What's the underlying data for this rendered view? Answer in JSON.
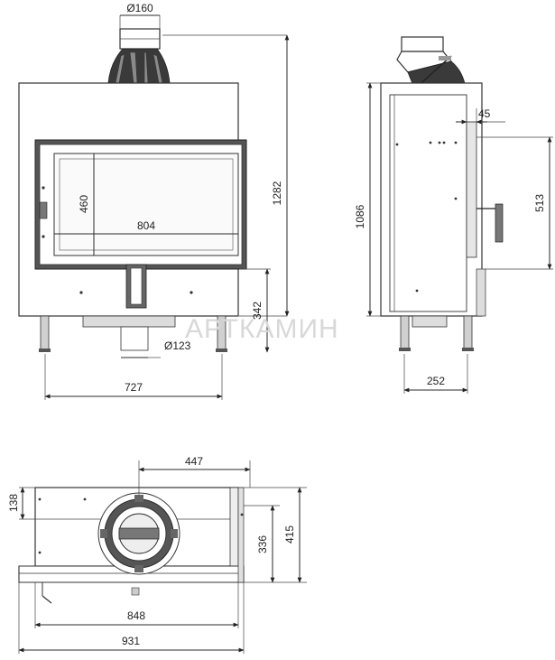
{
  "watermark": "АРТКАМИН",
  "front_view": {
    "flue_diameter": "Ø160",
    "total_height": "1282",
    "glass_height": "460",
    "glass_width": "804",
    "base_height": "342",
    "air_inlet_diameter": "Ø123",
    "body_width": "727"
  },
  "side_view": {
    "offset": "45",
    "body_height": "1086",
    "door_height": "513",
    "leg_depth": "252"
  },
  "top_view": {
    "flue_offset": "447",
    "front_depth": "138",
    "inner_depth": "336",
    "total_depth": "415",
    "inner_width": "848",
    "total_width": "931"
  }
}
